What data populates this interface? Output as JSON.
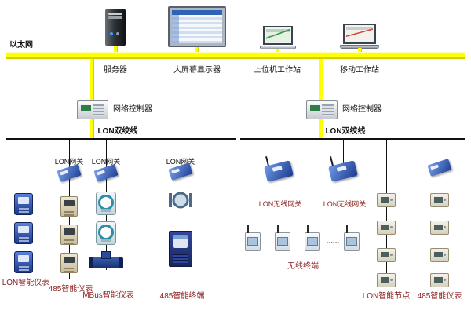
{
  "diagram": {
    "ethernet_label": "以太网",
    "top_devices": {
      "server": "服务器",
      "display": "大屏幕显示器",
      "host_workstation": "上位机工作站",
      "mobile_workstation": "移动工作站"
    },
    "controllers": {
      "left": "网络控制器",
      "right": "网络控制器"
    },
    "buses": {
      "left": "LON双绞线",
      "right": "LON双绞线"
    },
    "gateways": {
      "lon_1": "LON网关",
      "lon_2": "LON网关",
      "lon_3": "LON网关",
      "wireless_1": "LON无线网关",
      "wireless_2": "LON无线网关"
    },
    "wireless_terminals_ellipsis": "......",
    "categories": {
      "lon_meters": "LON智能仪表",
      "rs485_meters": "485智能仪表",
      "mbus_meters": "MBus智能仪表",
      "rs485_terminals": "485智能终端",
      "wireless_terminals": "无线终端",
      "lon_nodes": "LON智能节点",
      "rs485_meters_right": "485智能仪表"
    },
    "colors": {
      "ethernet_bar": "#ffff00",
      "bus_line": "#111111",
      "category_text": "#8b1e1e"
    }
  }
}
